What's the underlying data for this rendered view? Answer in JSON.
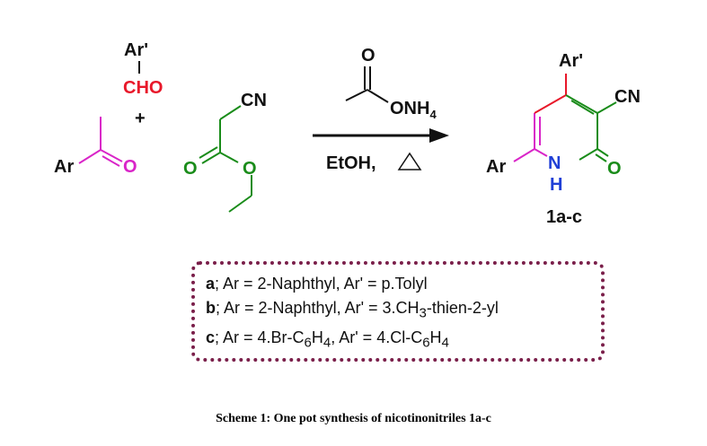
{
  "scheme": {
    "reagents": {
      "aldehyde_ar": "Ar'",
      "aldehyde_group": "CHO",
      "plus": "+",
      "ketone_ar": "Ar",
      "ketone_o": "O",
      "ester_cn": "CN",
      "ester_o_carbonyl": "O",
      "ester_o_ether": "O"
    },
    "conditions": {
      "acetate_o": "O",
      "acetate_ion": "ONH",
      "acetate_sub": "4",
      "solvent": "EtOH,"
    },
    "product": {
      "ar_prime": "Ar'",
      "cn": "CN",
      "ar": "Ar",
      "n": "N",
      "h": "H",
      "o": "O",
      "label": "1a-c"
    },
    "substituents": [
      {
        "key": "a",
        "text": "; Ar = 2-Naphthyl, Ar' = p.Tolyl"
      },
      {
        "key": "b",
        "text": "; Ar = 2-Naphthyl, Ar' = 3.CH",
        "sub": "3",
        "tail": "-thien-2-yl"
      },
      {
        "key": "c",
        "text": "; Ar = 4.Br-C",
        "sub": "6",
        "mid": "H",
        "sub2": "4",
        "tail": ", Ar' = 4.Cl-C",
        "sub3": "6",
        "mid2": "H",
        "sub4": "4"
      }
    ],
    "caption": "Scheme 1: One pot synthesis of nicotinonitriles 1a-c"
  },
  "colors": {
    "aldehyde": "#e8182a",
    "ketone": "#d925c8",
    "ester": "#1a8c1a",
    "product_hetero": "#1a8c1a",
    "nitrogen": "#1f3fd6",
    "box_border": "#7a1f4a",
    "text": "#111111"
  }
}
